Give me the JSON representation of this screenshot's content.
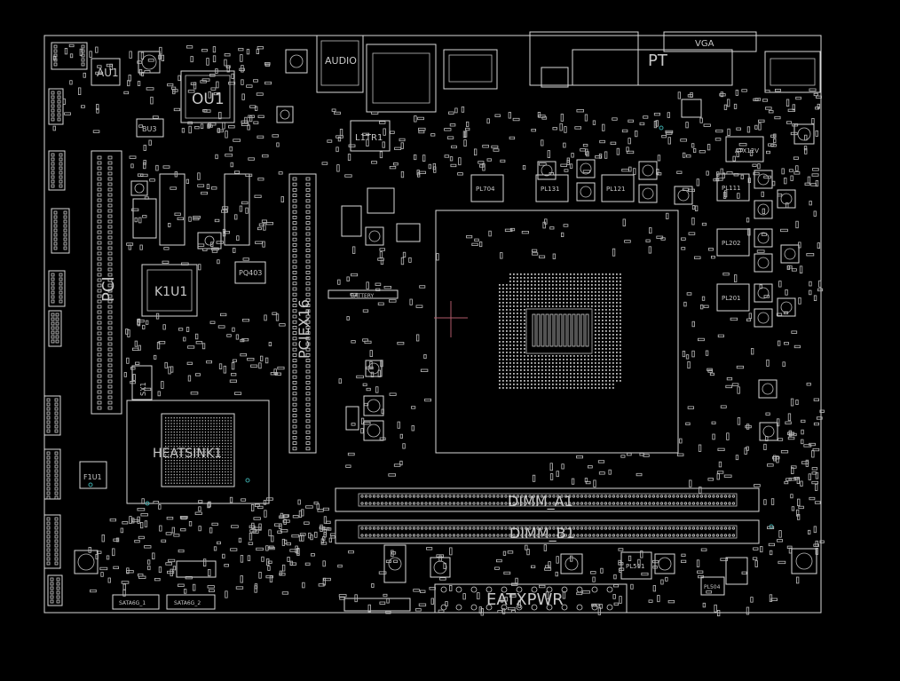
{
  "labels": {
    "au1": "AU1",
    "ou1": "OU1",
    "bu3": "BU3",
    "audio": "AUDIO",
    "l1tr1": "L1TR1",
    "pt": "PT",
    "vga": "VGA",
    "pl704": "PL704",
    "pl131": "PL131",
    "pl121": "PL121",
    "pl111": "PL111",
    "pl202": "PL202",
    "pl201": "PL201",
    "k1u1": "K1U1",
    "pq403": "PQ403",
    "pcie": "PCIEX16",
    "battery": "BATTERY",
    "pci": "PCI",
    "heatsink": "HEATSINK1",
    "sx1": "SX1",
    "f1u1": "F1U1",
    "dimm_a1": "DIMM_A1",
    "dimm_b1": "DIMM_B1",
    "eatxpwr": "EATXPWR",
    "pl511": "PL511",
    "pl504": "PL504",
    "atx12v": "ATX12V",
    "sata1": "SATA6G_1",
    "sata2": "SATA6G_2"
  },
  "colors": {
    "background": "#000000",
    "outline": "#d8d8d8",
    "marker": "#b05a6a",
    "via": "#3aa6a6"
  }
}
